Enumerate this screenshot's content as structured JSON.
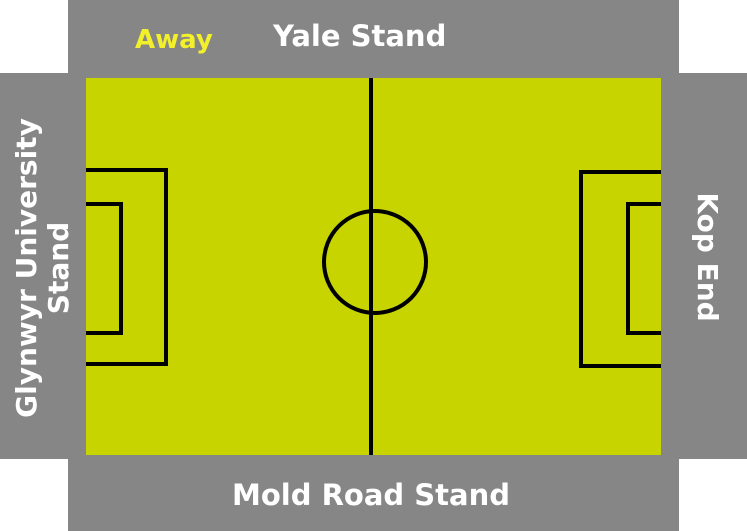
{
  "stands": {
    "top": "Yale Stand",
    "bottom": "Mold Road Stand",
    "left_line1": "Glynwyr University",
    "left_line2": "Stand",
    "right": "Kop End"
  },
  "away_label": "Away",
  "colors": {
    "pitch": "#c8d400",
    "stand": "#868686",
    "line": "#000000",
    "away_text": "#f2f02a",
    "stand_text": "#ffffff"
  }
}
